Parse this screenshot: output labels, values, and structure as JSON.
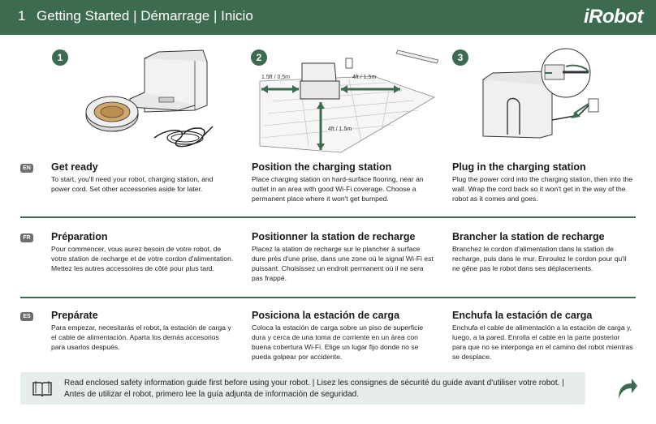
{
  "header": {
    "step_number": "1",
    "title": "Getting Started | Démarrage | Inicio",
    "logo": "iRobot"
  },
  "steps": [
    {
      "badge": "1"
    },
    {
      "badge": "2",
      "dim_left": "1.5ft / 0.5m",
      "dim_right": "4ft / 1.5m",
      "dim_front": "4ft / 1.5m"
    },
    {
      "badge": "3"
    }
  ],
  "languages": [
    "EN",
    "FR",
    "ES"
  ],
  "sections": {
    "en": [
      {
        "title": "Get ready",
        "text": "To start, you'll need your robot, charging station, and power cord. Set other accessories aside for later."
      },
      {
        "title": "Position the charging station",
        "text": "Place charging station on hard-surface flooring, near an outlet in an area with good Wi-Fi coverage. Choose a permanent place where it won't get bumped."
      },
      {
        "title": "Plug in the charging station",
        "text": "Plug the power cord into the charging station, then into the wall. Wrap the cord back so it won't get in the way of the robot as it comes and goes."
      }
    ],
    "fr": [
      {
        "title": "Préparation",
        "text": "Pour commencer, vous aurez besoin de votre robot, de votre station de recharge et de votre cordon d'alimentation. Mettez les autres accessoires de côté pour plus tard."
      },
      {
        "title": "Positionner la station de recharge",
        "text": "Placez la station de recharge sur le plancher à surface dure près d'une prise, dans une zone où le signal Wi-Fi est puissant. Choisissez un endroit permanent où il ne sera pas frappé."
      },
      {
        "title": "Brancher la station de recharge",
        "text": "Branchez le cordon d'alimentation dans la station de recharge, puis dans le mur. Enroulez le cordon pour qu'il ne gêne pas le robot dans ses déplacements."
      }
    ],
    "es": [
      {
        "title": "Prepárate",
        "text": "Para empezar, necesitarás el robot, la estación de carga y el cable de alimentación. Aparta los demás accesorios para usarlos después."
      },
      {
        "title": "Posiciona la estación de carga",
        "text": "Coloca la estación de carga sobre un piso de superficie dura y cerca de una toma de corriente en un área con buena cobertura Wi-Fi. Elige un lugar fijo donde no se pueda golpear por accidente."
      },
      {
        "title": "Enchufa la estación de carga",
        "text": "Enchufa el cable de alimentación a la estación de carga y, luego, a la pared. Enrolla el cable en la parte posterior para que no se interponga en el camino del robot mientras se desplace."
      }
    ]
  },
  "notice": {
    "text": "Read enclosed safety information guide first before using your robot. | Lisez les consignes de sécurité du guide avant d'utiliser votre robot. | Antes de utilizar el robot, primero lee la guía adjunta de información de seguridad."
  },
  "colors": {
    "accent": "#3c6b4f",
    "badge_gray": "#6e6e6e",
    "notice_bg": "#e7ede8"
  },
  "icons": {
    "notice": "book-icon",
    "next": "curved-arrow-icon"
  }
}
